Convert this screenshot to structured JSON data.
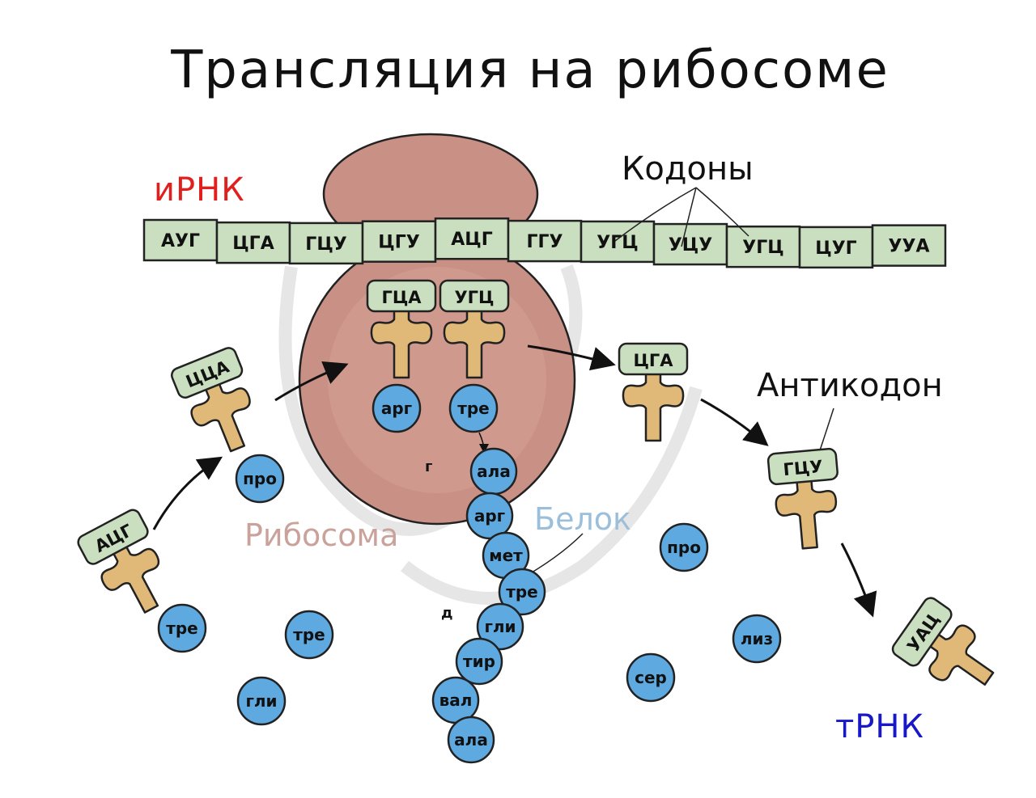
{
  "title": "Трансляция на рибосоме",
  "labels": {
    "mrna": "иРНК",
    "codons": "Кодоны",
    "anticodon": "Антикодон",
    "ribosome": "Рибосома",
    "protein": "Белок",
    "trna": "тРНК",
    "mark_g": "г",
    "mark_d": "д"
  },
  "colors": {
    "mrna": "#e0201e",
    "trna": "#1818c8",
    "ribosome_text": "#c9a39b",
    "protein_text": "#9bbfda",
    "ribosome_fill": "#c99086",
    "codon_fill": "#c9dfbf",
    "trna_fill": "#e0b878",
    "amino_fill": "#5ea9e0"
  },
  "mrna_codons": [
    "АУГ",
    "ЦГА",
    "ГЦУ",
    "ЦГУ",
    "АЦГ",
    "ГГУ",
    "УГЦ",
    "УЦУ",
    "УГЦ",
    "ЦУГ",
    "УУА"
  ],
  "trna": [
    {
      "anticodon": "ГЦА",
      "amino": "арг"
    },
    {
      "anticodon": "УГЦ",
      "amino": "тре"
    },
    {
      "anticodon": "ЦЦА",
      "amino": "про"
    },
    {
      "anticodon": "АЦГ",
      "amino": "тре"
    },
    {
      "anticodon": "ЦГА",
      "amino": ""
    },
    {
      "anticodon": "ГЦУ",
      "amino": ""
    },
    {
      "anticodon": "УАЦ",
      "amino": ""
    }
  ],
  "protein_chain": [
    "ала",
    "арг",
    "мет",
    "тре",
    "гли",
    "тир",
    "вал",
    "ала"
  ],
  "free_amino_acids": [
    "тре",
    "гли",
    "про",
    "сер",
    "лиз"
  ]
}
